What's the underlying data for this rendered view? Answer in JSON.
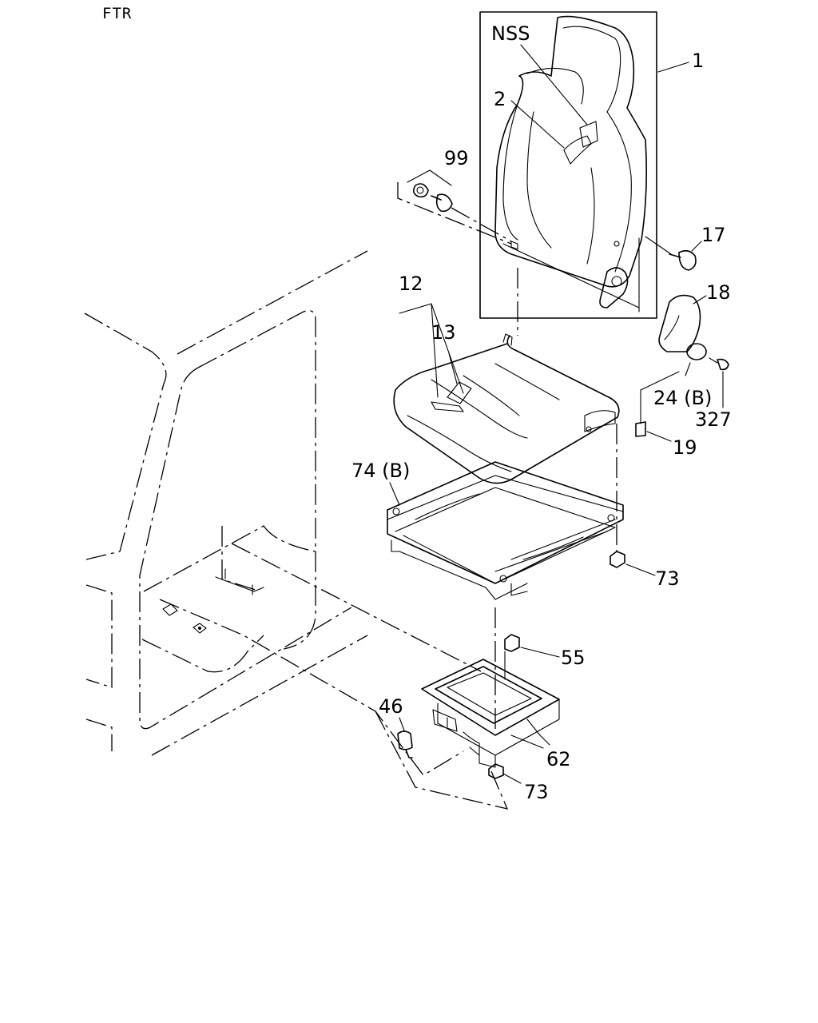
{
  "header": {
    "code": "FTR"
  },
  "callouts": {
    "p1": "1",
    "nss": "NSS",
    "p2": "2",
    "p99": "99",
    "p17": "17",
    "p18": "18",
    "p12": "12",
    "p13": "13",
    "p24b": "24 (B)",
    "p327": "327",
    "p19": "19",
    "p74b": "74 (B)",
    "p73a": "73",
    "p55": "55",
    "p46": "46",
    "p62": "62",
    "p73b": "73"
  }
}
